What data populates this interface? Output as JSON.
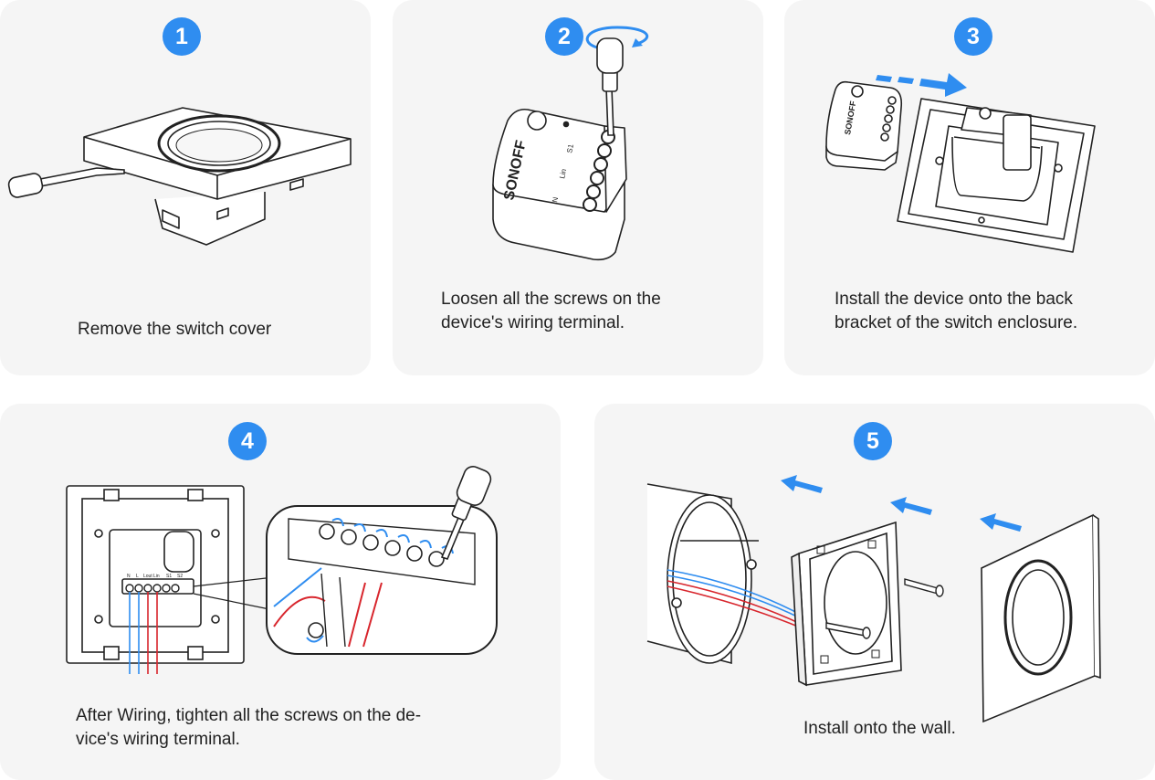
{
  "steps": [
    {
      "number": "1",
      "caption": "Remove the switch cover"
    },
    {
      "number": "2",
      "caption_lines": [
        "Loosen all the screws on the",
        "device's wiring terminal."
      ]
    },
    {
      "number": "3",
      "caption_lines": [
        "Install the device onto the back",
        "bracket of the switch enclosure."
      ]
    },
    {
      "number": "4",
      "caption_lines": [
        "After Wiring, tighten all the screws on the de-",
        "vice's wiring terminal."
      ]
    },
    {
      "number": "5",
      "caption": "Install onto the wall."
    }
  ],
  "device": {
    "brand": "SONOFF",
    "terminal_labels": [
      "N",
      "L",
      "Lout",
      "Lin",
      "S1",
      "S2"
    ]
  },
  "colors": {
    "accent": "#2f8df0",
    "card_bg": "#f5f5f5",
    "wire_red": "#d8262d",
    "wire_blue": "#2f8df0",
    "line": "#222222"
  },
  "icons": [
    "screwdriver-icon",
    "rotate-arrow-icon",
    "insert-arrow-icon",
    "push-arrow-icon"
  ]
}
